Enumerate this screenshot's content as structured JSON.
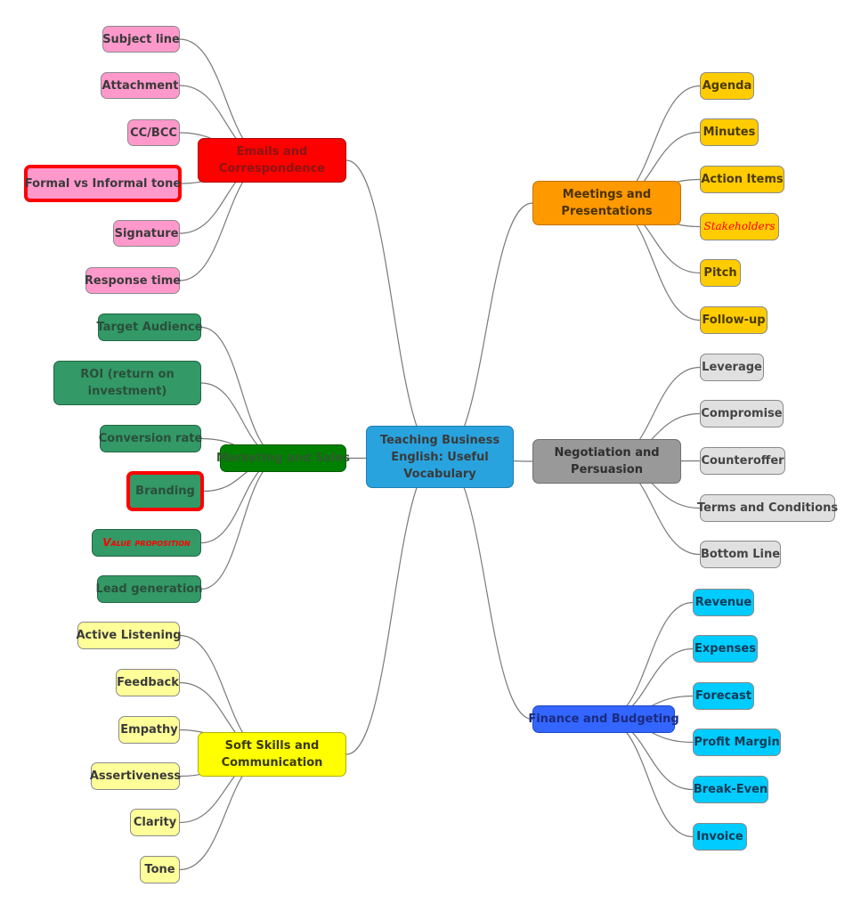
{
  "root": {
    "label": "Teaching Business English: Useful Vocabulary"
  },
  "branches": {
    "emails": {
      "label": "Emails and Correspondence",
      "color": "#ff0000",
      "items": [
        "Subject line",
        "Attachment",
        "CC/BCC",
        "Formal vs Informal tone",
        "Signature",
        "Response time"
      ]
    },
    "marketing": {
      "label": "Marketing and Sales",
      "color": "#008000",
      "items": [
        "Target Audience",
        "ROI (return on investment)",
        "Conversion rate",
        "Branding",
        "Value proposition",
        "Lead generation"
      ]
    },
    "soft": {
      "label": "Soft Skills and Communication",
      "color": "#ffff00",
      "items": [
        "Active Listening",
        "Feedback",
        "Empathy",
        "Assertiveness",
        "Clarity",
        "Tone"
      ]
    },
    "meetings": {
      "label": "Meetings and Presentations",
      "color": "#ff9900",
      "items": [
        "Agenda",
        "Minutes",
        "Action Items",
        "Stakeholders",
        "Pitch",
        "Follow-up"
      ]
    },
    "negotiation": {
      "label": "Negotiation and Persuasion",
      "color": "#999999",
      "items": [
        "Leverage",
        "Compromise",
        "Counteroffer",
        "Terms and Conditions",
        "Bottom Line"
      ]
    },
    "finance": {
      "label": "Finance and Budgeting",
      "color": "#3366ff",
      "items": [
        "Revenue",
        "Expenses",
        "Forecast",
        "Profit Margin",
        "Break-Even",
        "Invoice"
      ]
    }
  }
}
